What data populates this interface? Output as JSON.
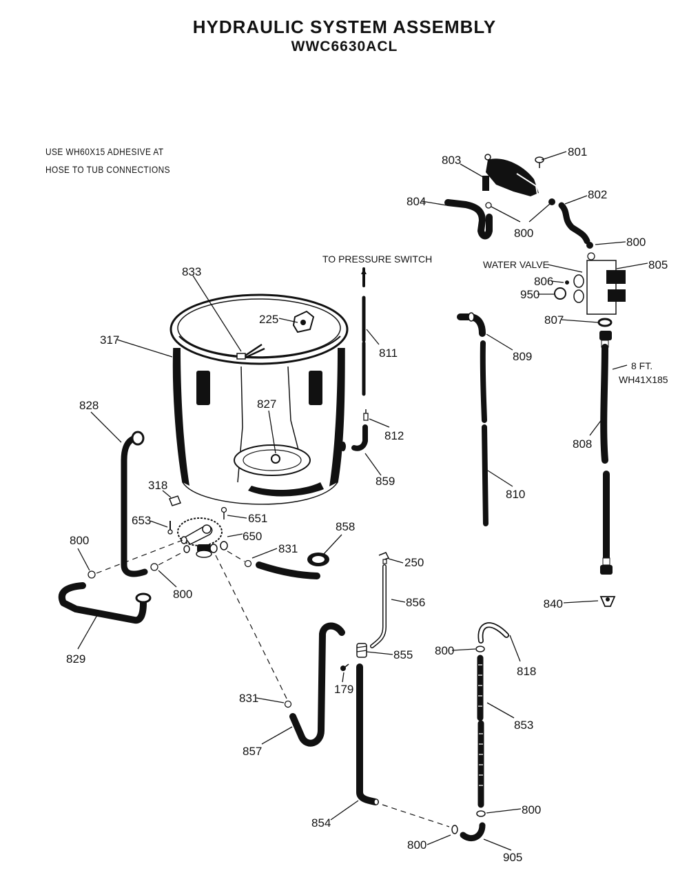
{
  "header": {
    "title": "HYDRAULIC SYSTEM ASSEMBLY",
    "model": "WWC6630ACL"
  },
  "notes": {
    "adhesive_line1": "USE WH60X15 ADHESIVE AT",
    "adhesive_line2": "HOSE TO TUB CONNECTIONS",
    "pressure_switch": "TO PRESSURE SWITCH",
    "water_valve": "WATER VALVE",
    "hose_length": "8 FT.",
    "hose_part": "WH41X185"
  },
  "callouts": {
    "c801": "801",
    "c803": "803",
    "c802": "802",
    "c804": "804",
    "c800_top": "800",
    "c800_valve": "800",
    "c805": "805",
    "c806": "806",
    "c950": "950",
    "c807": "807",
    "c809": "809",
    "c808": "808",
    "c810": "810",
    "c811": "811",
    "c812": "812",
    "c859": "859",
    "c833": "833",
    "c225": "225",
    "c317": "317",
    "c827": "827",
    "c828": "828",
    "c318": "318",
    "c653": "653",
    "c651": "651",
    "c650": "650",
    "c800_left": "800",
    "c800_mid": "800",
    "c829": "829",
    "c831_upper": "831",
    "c858": "858",
    "c250": "250",
    "c856": "856",
    "c855": "855",
    "c179": "179",
    "c831_lower": "831",
    "c857": "857",
    "c854": "854",
    "c840": "840",
    "c800_818": "800",
    "c818": "818",
    "c853": "853",
    "c800_bottom_right": "800",
    "c800_bottom_left": "800",
    "c905": "905"
  }
}
